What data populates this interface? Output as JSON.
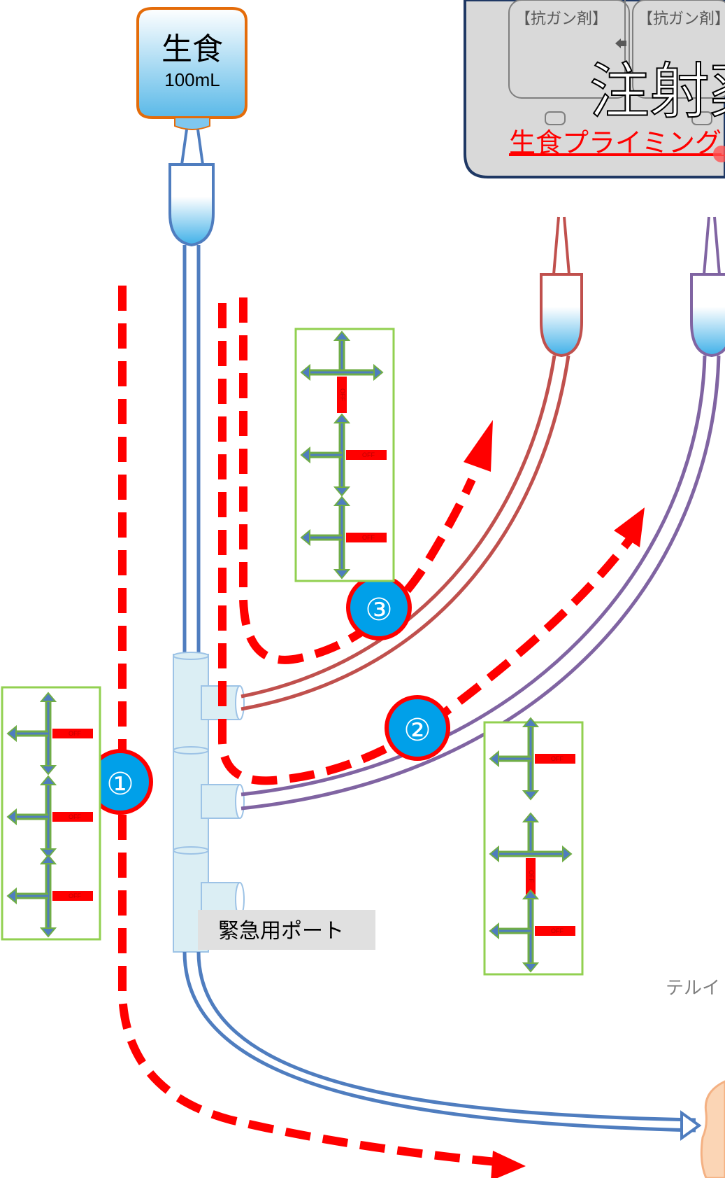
{
  "bag": {
    "label": "生食",
    "volume": "100mL"
  },
  "panel": {
    "tab_left": "【抗ガン剤】",
    "tab_right": "【抗ガン剤】",
    "title": "注射薬",
    "subtitle": "生食プライミング"
  },
  "steps": [
    {
      "number": "①"
    },
    {
      "number": "②"
    },
    {
      "number": "③"
    }
  ],
  "manifold": {
    "emergency_port_label": "緊急用ポート"
  },
  "stopcock": {
    "off_label": "OFF"
  },
  "cropped_text": "テルイ",
  "colors": {
    "flow_arrow": "#ff0000",
    "saline_line": "#4f7dbf",
    "drug_line_1": "#c0504d",
    "drug_line_2": "#8064a2",
    "stopcock_frame": "#92d050",
    "badge_fill": "#00a0e9",
    "bag_outline": "#e46c0a"
  }
}
